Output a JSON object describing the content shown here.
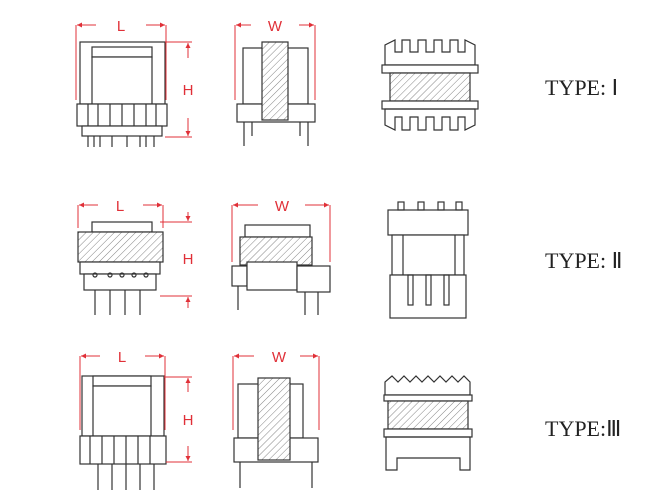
{
  "labels": {
    "length": "L",
    "width": "W",
    "height": "H"
  },
  "types": [
    {
      "label": "TYPE: Ⅰ"
    },
    {
      "label": "TYPE: Ⅱ"
    },
    {
      "label": "TYPE:Ⅲ"
    }
  ],
  "colors": {
    "dimension": "#e03038",
    "outline": "#333333"
  }
}
